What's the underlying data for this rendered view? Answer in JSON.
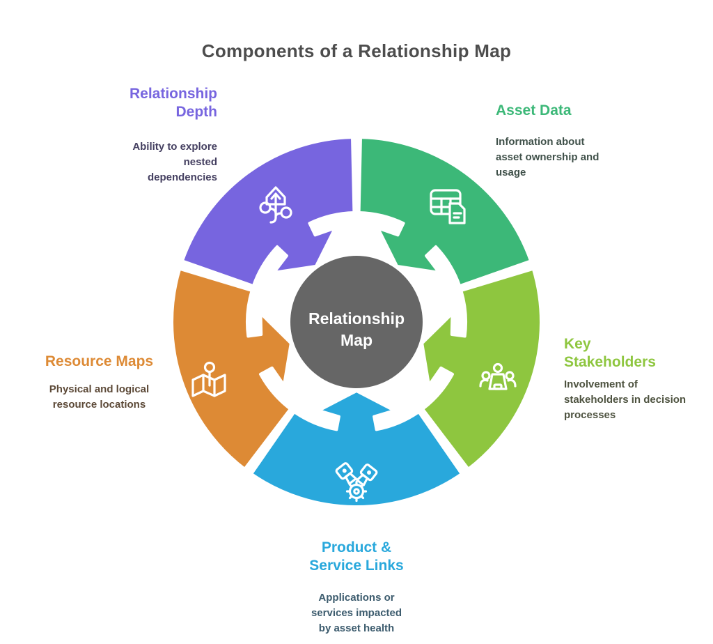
{
  "title": {
    "text": "Components of a Relationship Map",
    "color": "#4D4D4D"
  },
  "center": {
    "line1": "Relationship",
    "line2": "Map",
    "bg": "#666666",
    "text_color": "#FFFFFF"
  },
  "diagram": {
    "segments": [
      {
        "name": "asset-data",
        "color": "#3CB878",
        "start": 0,
        "end": 72,
        "icon": "table-document-icon"
      },
      {
        "name": "key-stakeholders",
        "color": "#8EC63F",
        "start": 72,
        "end": 144,
        "icon": "meeting-people-icon"
      },
      {
        "name": "product-service-links",
        "color": "#29A8DC",
        "start": 144,
        "end": 216,
        "icon": "engine-gear-icon"
      },
      {
        "name": "resource-maps",
        "color": "#DD8A35",
        "start": 216,
        "end": 288,
        "icon": "map-pin-icon"
      },
      {
        "name": "relationship-depth",
        "color": "#7765DF",
        "start": 288,
        "end": 360,
        "icon": "growth-branch-icon"
      }
    ]
  },
  "labels": [
    {
      "id": "relationship-depth",
      "heading_lines": [
        "Relationship",
        "Depth"
      ],
      "desc_lines": [
        "Ability to explore",
        "nested",
        "dependencies"
      ],
      "heading_color": "#7765DF",
      "desc_color": "#454061"
    },
    {
      "id": "asset-data",
      "heading_lines": [
        "Asset Data"
      ],
      "desc_lines": [
        "Information about",
        "asset ownership and",
        "usage"
      ],
      "heading_color": "#3CB878",
      "desc_color": "#40514A"
    },
    {
      "id": "key-stakeholders",
      "heading_lines": [
        "Key",
        "Stakeholders"
      ],
      "desc_lines": [
        "Involvement of",
        "stakeholders in decision",
        "processes"
      ],
      "heading_color": "#8EC63F",
      "desc_color": "#4E5340"
    },
    {
      "id": "product-service-links",
      "heading_lines": [
        "Product &",
        "Service Links"
      ],
      "desc_lines": [
        "Applications or",
        "services impacted",
        "by asset health"
      ],
      "heading_color": "#29A8DC",
      "desc_color": "#3D5C6E"
    },
    {
      "id": "resource-maps",
      "heading_lines": [
        "Resource Maps"
      ],
      "desc_lines": [
        "Physical and logical",
        "resource locations"
      ],
      "heading_color": "#DD8A35",
      "desc_color": "#5C4937"
    }
  ]
}
